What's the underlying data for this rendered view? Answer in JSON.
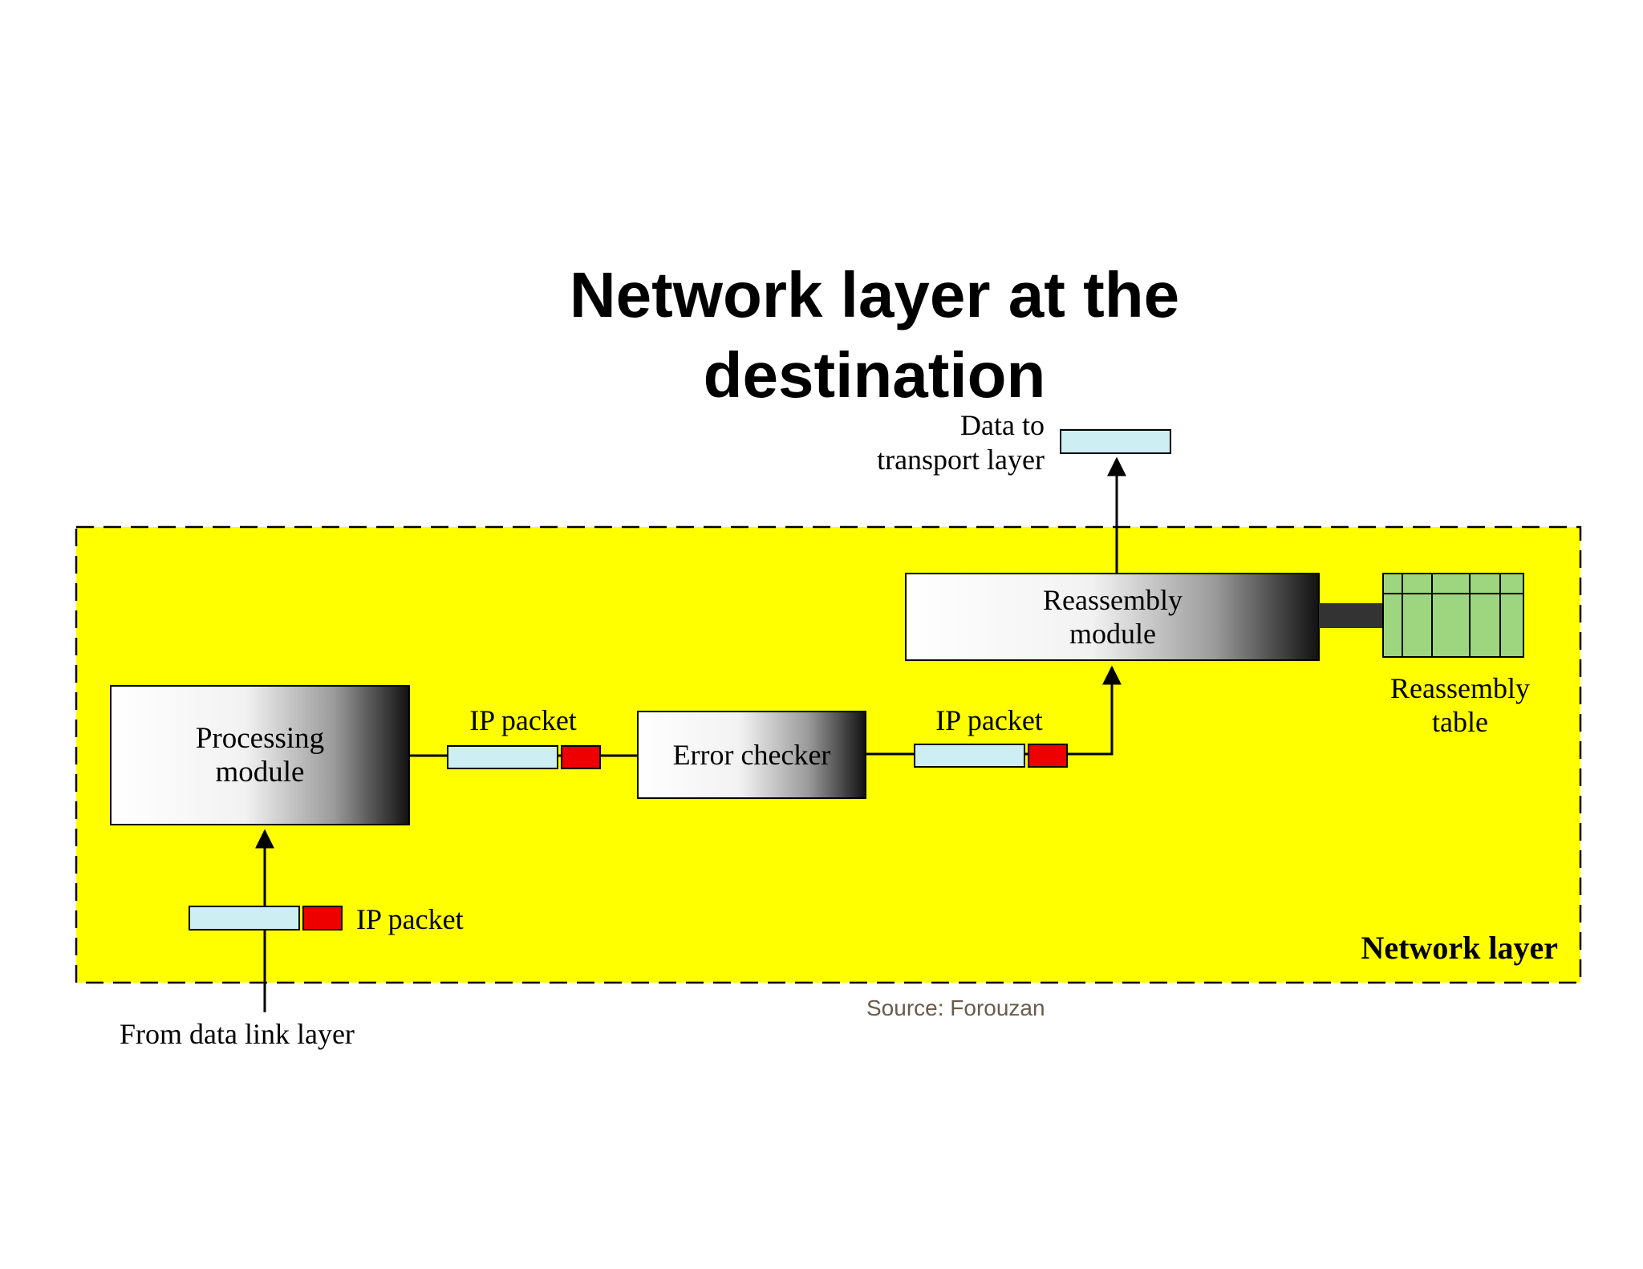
{
  "title": {
    "line1": "Network layer at the",
    "line2": "destination"
  },
  "labels": {
    "data_to_line1": "Data to",
    "data_to_line2": "transport layer",
    "reassembly_module_line1": "Reassembly",
    "reassembly_module_line2": "module",
    "reassembly_table_line1": "Reassembly",
    "reassembly_table_line2": "table",
    "processing_module_line1": "Processing",
    "processing_module_line2": "module",
    "error_checker": "Error checker",
    "ip_packet_1": "IP packet",
    "ip_packet_2": "IP packet",
    "ip_packet_3": "IP packet",
    "network_layer": "Network layer",
    "from_data_link": "From data link layer",
    "source": "Source: Forouzan"
  },
  "colors": {
    "region": "#ffff00",
    "packet_body": "#cdeef2",
    "packet_header": "#ee0000",
    "table_cell": "#9ed67f",
    "source_text": "#6b5a4a"
  }
}
